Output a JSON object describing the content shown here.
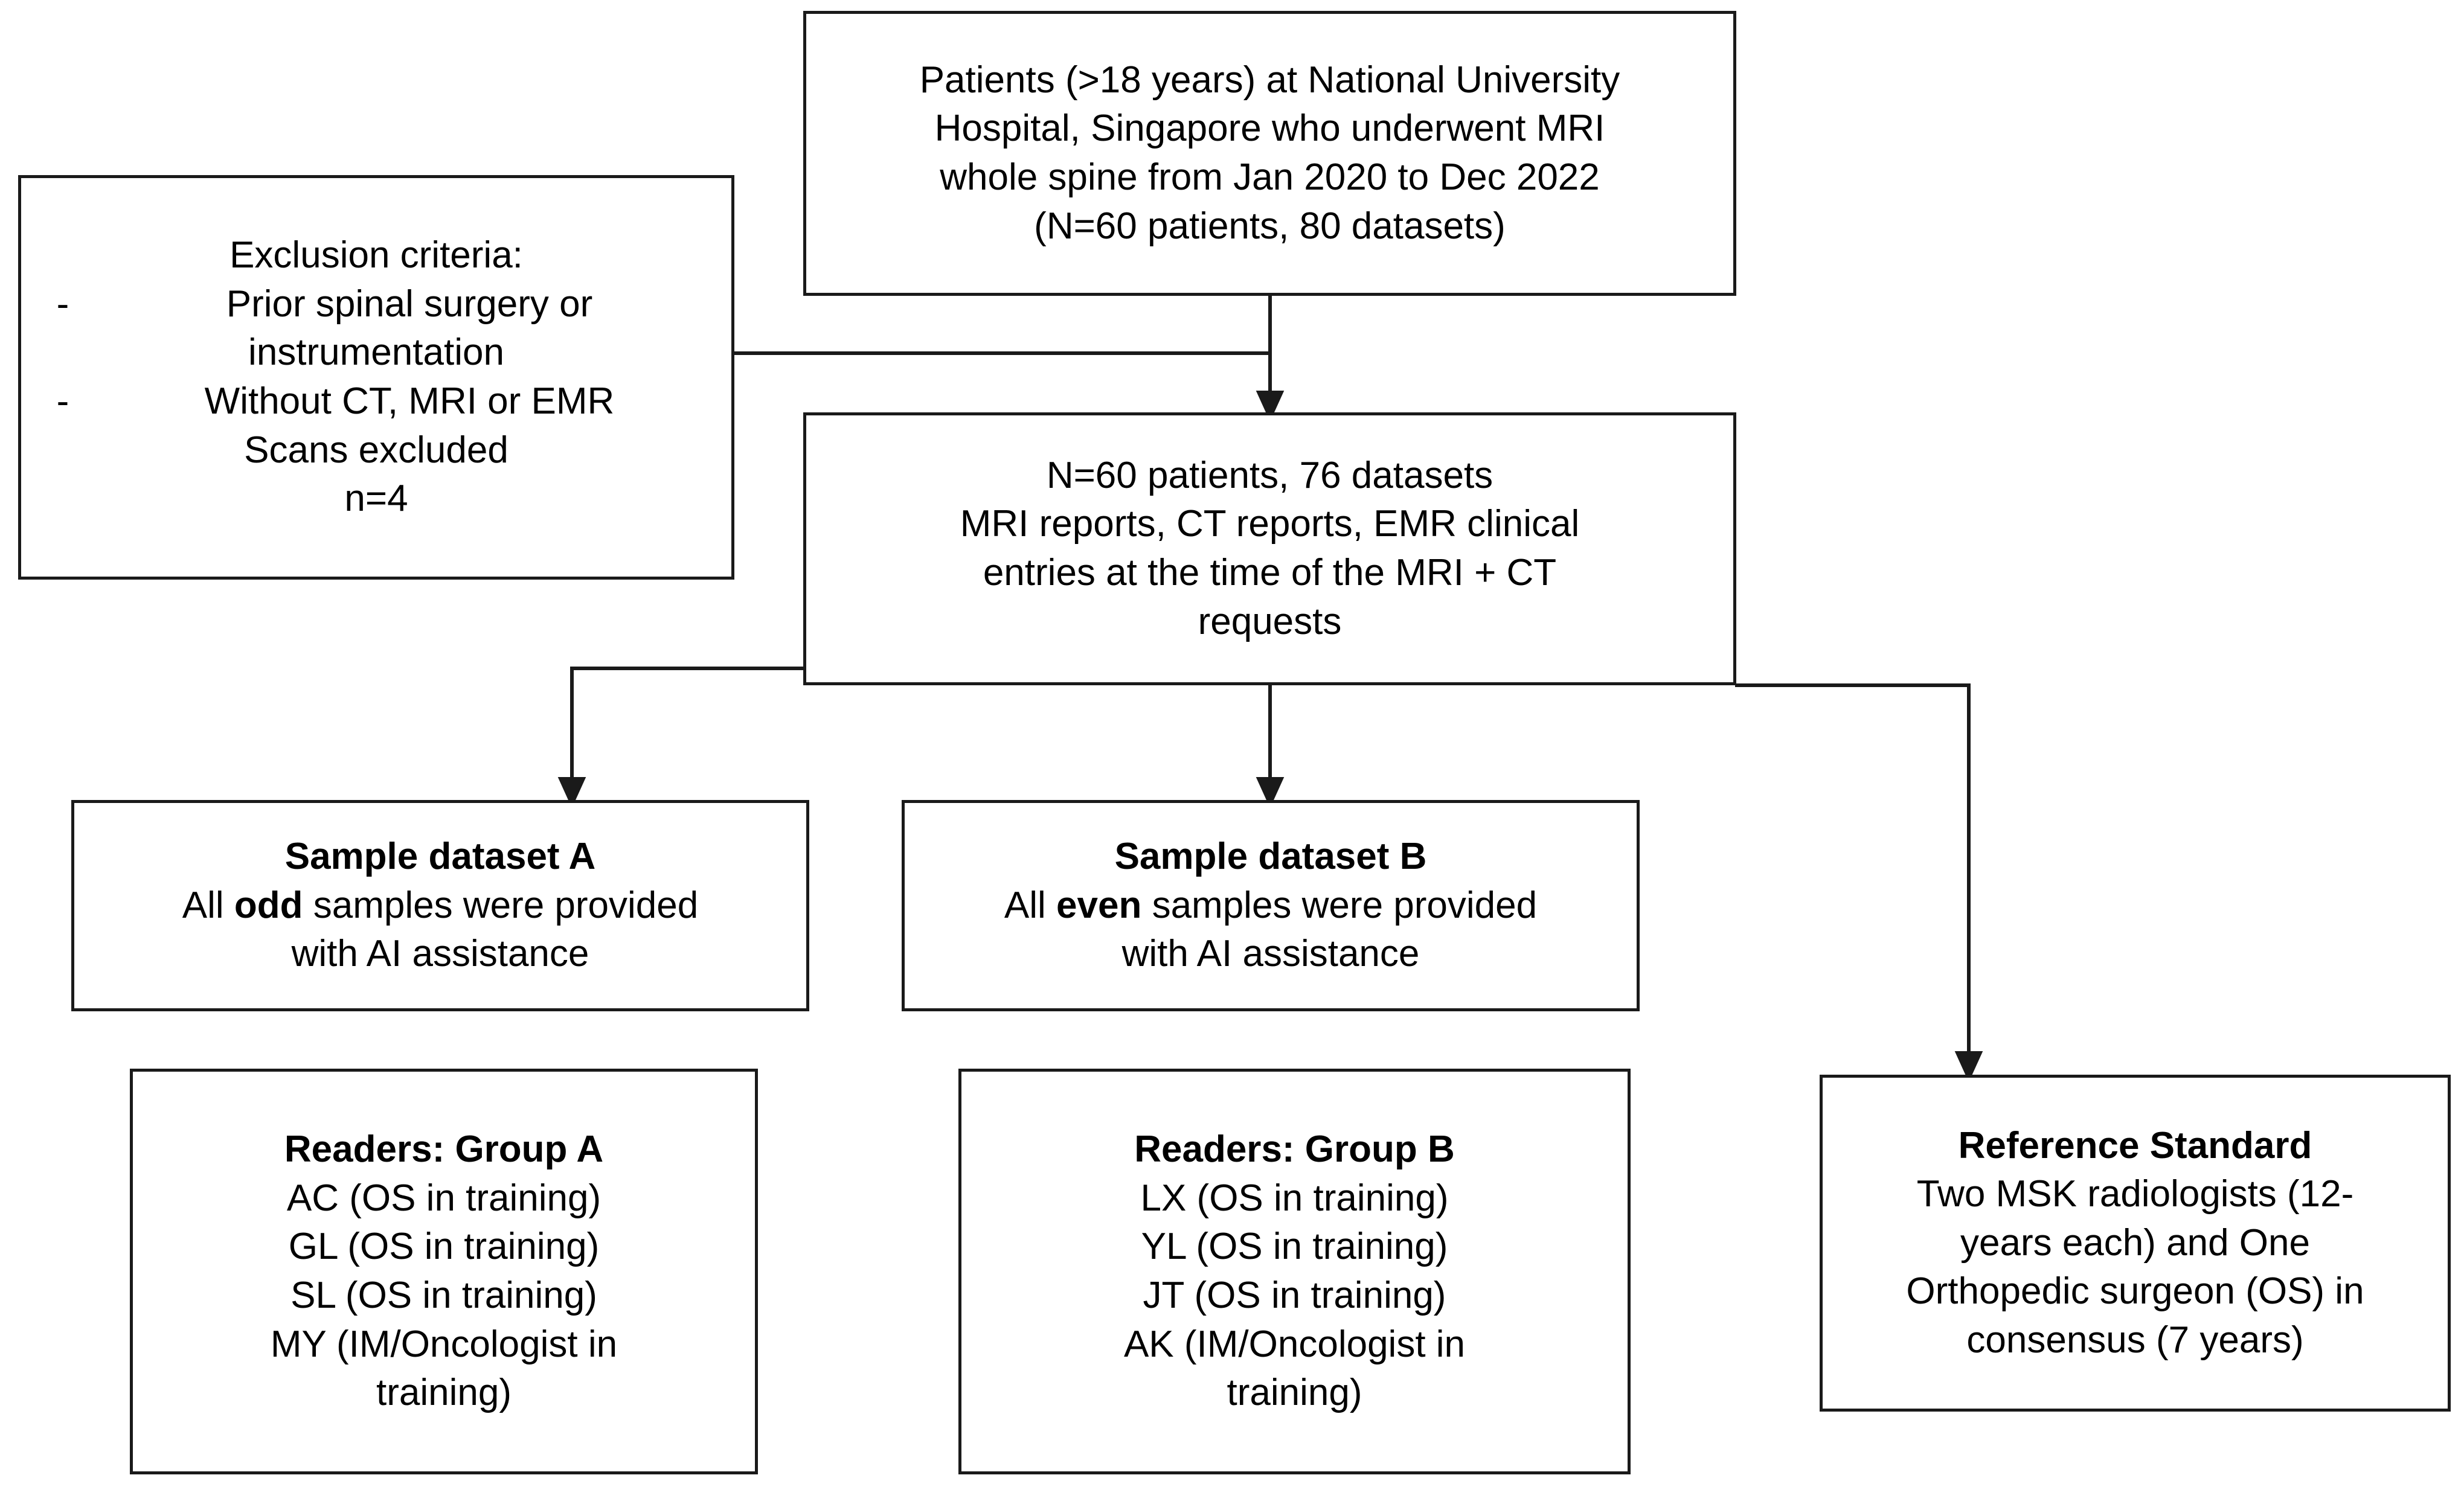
{
  "diagram": {
    "title": "Study flowchart: patient selection, dataset split, readers and reference standard",
    "line_color": "#1a1a1a",
    "background": "#ffffff"
  },
  "nodes": {
    "source_cohort": {
      "lines": [
        "Patients (>18 years) at National University",
        "Hospital, Singapore who underwent MRI",
        "whole spine from Jan 2020 to Dec 2022",
        "(N=60 patients, 80 datasets)"
      ]
    },
    "exclusion": {
      "heading": "Exclusion criteria:",
      "bullet_marker": "-",
      "bullets": [
        [
          "Prior spinal surgery or",
          "instrumentation"
        ],
        [
          "Without CT, MRI or EMR",
          "Scans excluded"
        ]
      ],
      "count": "n=4"
    },
    "included_cohort": {
      "lines": [
        "N=60 patients, 76 datasets",
        "MRI reports, CT reports, EMR clinical",
        "entries at the time of the MRI + CT",
        "requests"
      ]
    },
    "dataset_a": {
      "title": "Sample dataset A",
      "body_pre": "All ",
      "body_bold": "odd",
      "body_post": " samples were provided",
      "body_line2": "with AI assistance"
    },
    "dataset_b": {
      "title": "Sample dataset B",
      "body_pre": "All ",
      "body_bold": "even",
      "body_post": " samples were provided",
      "body_line2": "with AI assistance"
    },
    "readers_a": {
      "title": "Readers: Group A",
      "members": [
        "AC (OS in training)",
        "GL (OS in training)",
        "SL (OS in training)",
        "MY (IM/Oncologist in",
        "training)"
      ]
    },
    "readers_b": {
      "title": "Readers: Group B",
      "members": [
        "LX (OS in training)",
        "YL (OS in training)",
        "JT (OS in training)",
        "AK (IM/Oncologist in",
        "training)"
      ]
    },
    "reference_standard": {
      "title": "Reference Standard",
      "lines": [
        "Two MSK radiologists (12-",
        "years each) and One",
        "Orthopedic surgeon (OS) in",
        "consensus (7 years)"
      ]
    }
  }
}
